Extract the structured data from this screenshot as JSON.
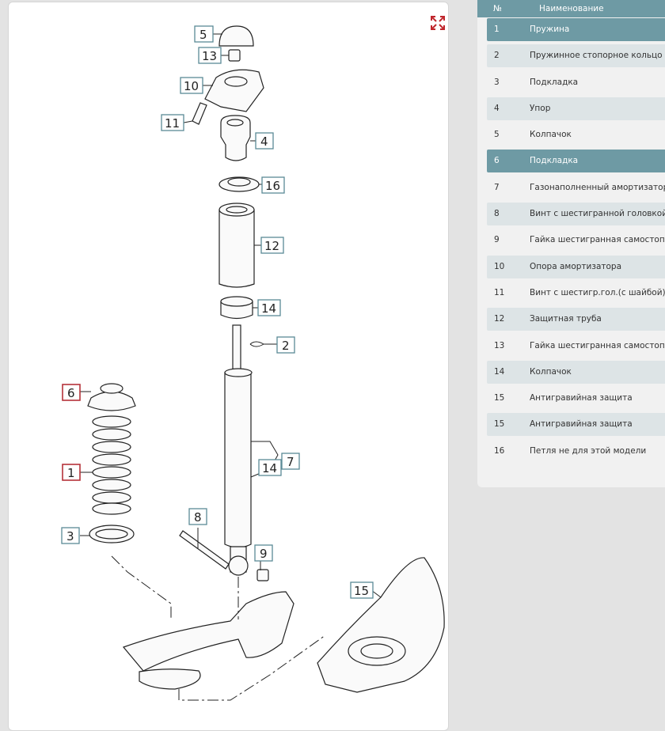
{
  "diagram": {
    "callouts": [
      {
        "label": "5"
      },
      {
        "label": "13"
      },
      {
        "label": "10"
      },
      {
        "label": "11"
      },
      {
        "label": "4"
      },
      {
        "label": "16"
      },
      {
        "label": "12"
      },
      {
        "label": "14"
      },
      {
        "label": "2"
      },
      {
        "label": "6"
      },
      {
        "label": "1"
      },
      {
        "label": "3"
      },
      {
        "label": "14"
      },
      {
        "label": "7"
      },
      {
        "label": "8"
      },
      {
        "label": "9"
      },
      {
        "label": "15"
      }
    ]
  },
  "table": {
    "col_no": "№",
    "col_name": "Наименование",
    "rows": [
      {
        "no": "1",
        "name": "Пружина",
        "state": "active"
      },
      {
        "no": "2",
        "name": "Пружинное стопорное кольцо",
        "state": "light"
      },
      {
        "no": "3",
        "name": "Подкладка",
        "state": "plain"
      },
      {
        "no": "4",
        "name": "Упор",
        "state": "light"
      },
      {
        "no": "5",
        "name": "Колпачок",
        "state": "plain"
      },
      {
        "no": "6",
        "name": "Подкладка",
        "state": "active"
      },
      {
        "no": "7",
        "name": "Газонаполненный амортизатор",
        "state": "plain"
      },
      {
        "no": "8",
        "name": "Винт с шестигранной головкой",
        "state": "light"
      },
      {
        "no": "9",
        "name": "Гайка шестигранная самостопор.",
        "state": "plain"
      },
      {
        "no": "10",
        "name": "Опора амортизатора",
        "state": "light"
      },
      {
        "no": "11",
        "name": "Винт с шестигр.гол.(с шайбой)",
        "state": "plain"
      },
      {
        "no": "12",
        "name": "Защитная труба",
        "state": "light"
      },
      {
        "no": "13",
        "name": "Гайка шестигранная самостопор.",
        "state": "plain"
      },
      {
        "no": "14",
        "name": "Колпачок",
        "state": "light"
      },
      {
        "no": "15",
        "name": "Антигравийная защита",
        "state": "plain"
      },
      {
        "no": "15",
        "name": "Антигравийная защита",
        "state": "light"
      },
      {
        "no": "16",
        "name": "Петля не для этой модели",
        "state": "plain"
      }
    ]
  },
  "colors": {
    "accent": "#6e9aa4",
    "row_light": "#dde4e6",
    "highlight_box": "#b5323a",
    "expand_icon": "#c0272d"
  },
  "icons": {
    "expand": "expand-icon"
  }
}
